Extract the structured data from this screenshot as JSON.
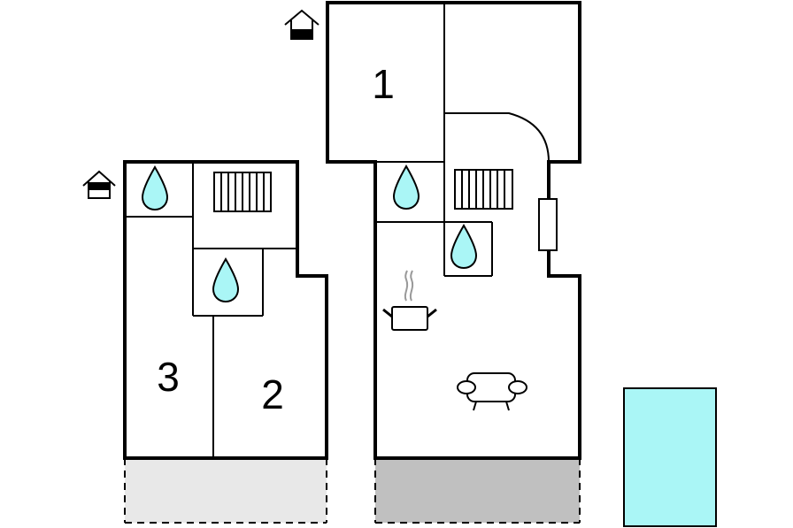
{
  "rooms": [
    {
      "label": "1"
    },
    {
      "label": "2"
    },
    {
      "label": "3"
    }
  ],
  "icons": {
    "entrance": "house-entrance-icon",
    "bathroom": "water-drop-icon",
    "radiator": "radiator-icon",
    "kitchen": "cooking-pot-icon",
    "living": "sofa-icon",
    "window": "window-icon"
  },
  "colors": {
    "water": "#aaf6f6",
    "terrace_light": "#e8e8e8",
    "terrace_dark": "#c0c0c0",
    "pool": "#aaf6f6"
  }
}
